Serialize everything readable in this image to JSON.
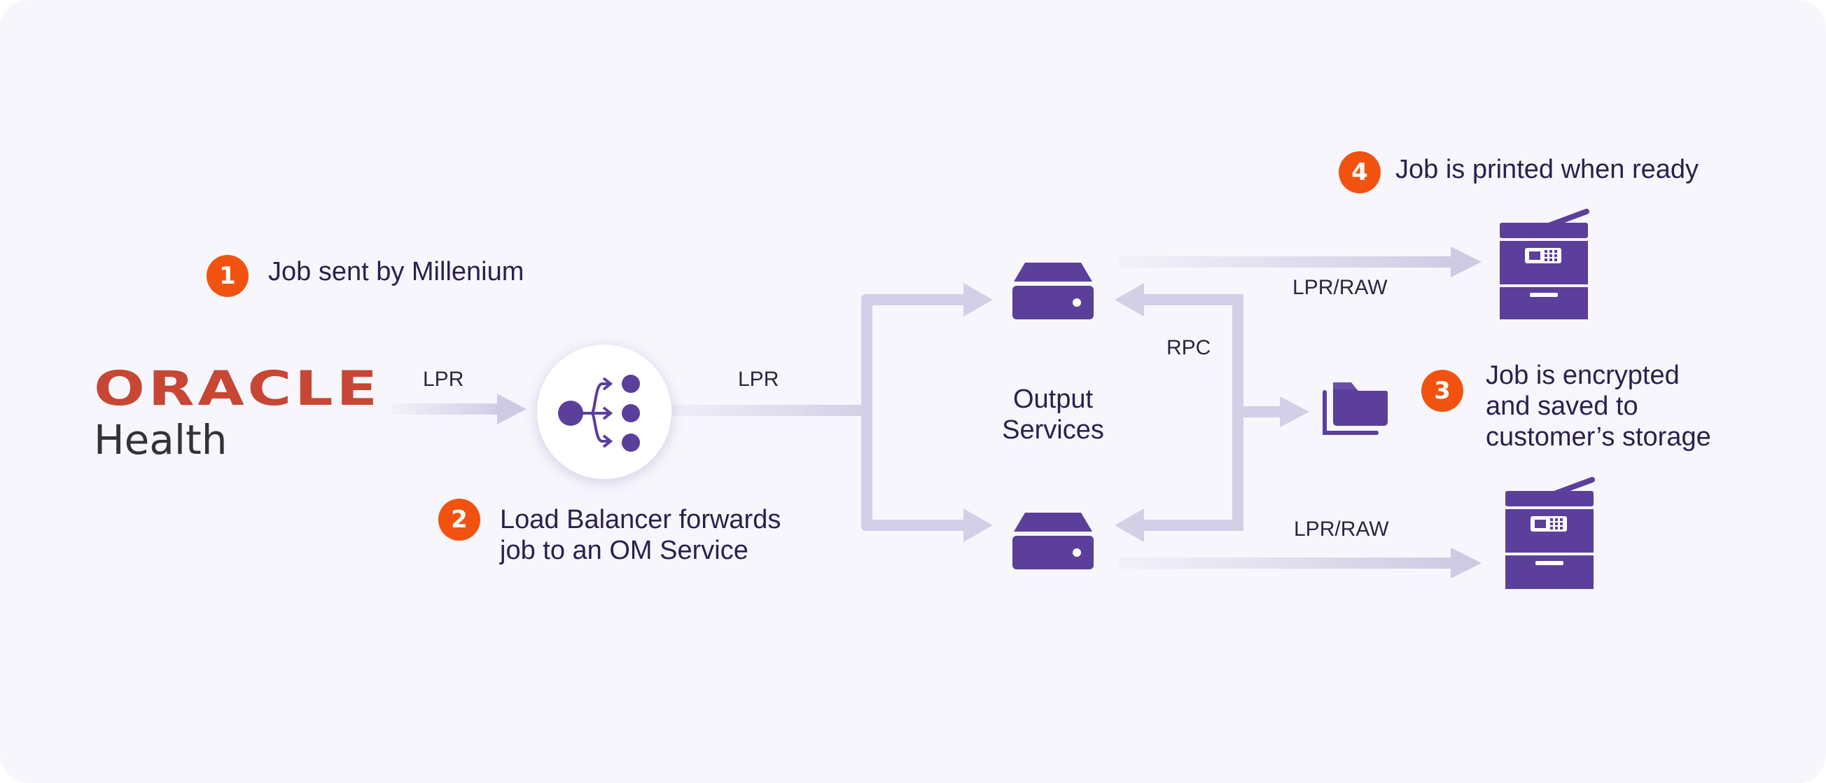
{
  "logo": {
    "word": "ORACLE",
    "sub": "Health"
  },
  "steps": [
    {
      "number": "1",
      "text": "Job sent by Millenium"
    },
    {
      "number": "2",
      "line1": "Load Balancer forwards",
      "line2": "job to an OM Service"
    },
    {
      "number": "3",
      "line1": "Job is encrypted",
      "line2": "and saved to",
      "line3": "customer’s storage"
    },
    {
      "number": "4",
      "text": "Job is printed when ready"
    }
  ],
  "protocols": {
    "oracle_to_lb": "LPR",
    "lb_to_services": "LPR",
    "rpc": "RPC",
    "top_printer": "LPR/RAW",
    "bottom_printer": "LPR/RAW"
  },
  "output_services": {
    "line1": "Output",
    "line2": "Services"
  },
  "icons": {
    "load_balancer": "load-balancer-icon",
    "server": "server-icon",
    "storage": "folder-icon",
    "printer": "printer-icon"
  },
  "colors": {
    "background": "#f7f6fc",
    "accent_purple": "#5b3f9a",
    "connector": "#d3cfe6",
    "badge_orange": "#f2520f",
    "oracle_red": "#c74634"
  }
}
